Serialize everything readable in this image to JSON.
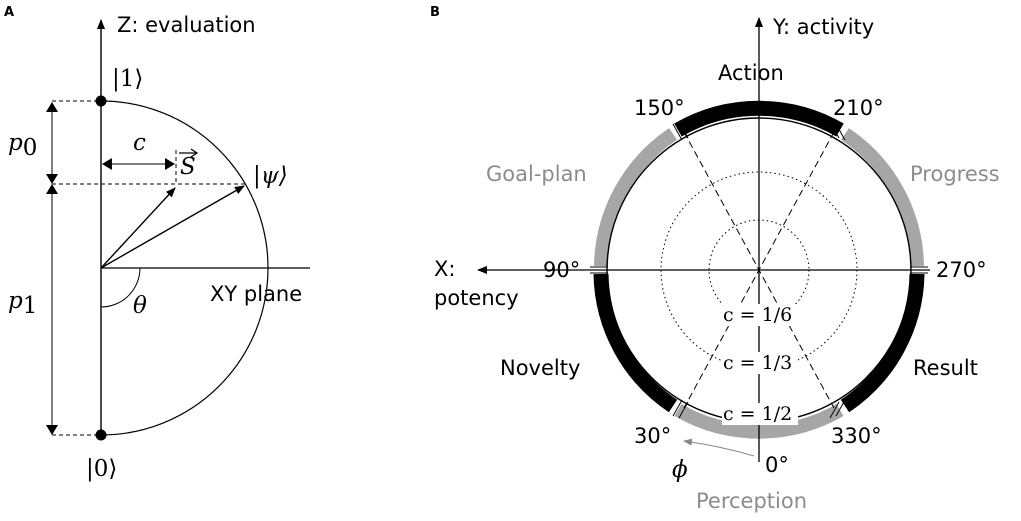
{
  "panel_a": {
    "panel_label": "A",
    "z_axis_label": "Z: evaluation",
    "xy_plane_label": "XY plane",
    "ket_one": "|1⟩",
    "ket_zero": "|0⟩",
    "ket_psi": "|ψ⟩",
    "s_vector": "S",
    "c_label": "c",
    "p0_label": "p0",
    "p1_label": "p1",
    "theta_label": "θ"
  },
  "panel_b": {
    "panel_label": "B",
    "y_axis_label": "Y: activity",
    "x_axis_label_line1": "X:",
    "x_axis_label_line2": "potency",
    "phi_label": "ϕ",
    "angles": {
      "a0": "0°",
      "a30": "30°",
      "a90": "90°",
      "a150": "150°",
      "a210": "210°",
      "a270": "270°",
      "a330": "330°"
    },
    "segments": {
      "action": "Action",
      "progress": "Progress",
      "result": "Result",
      "perception": "Perception",
      "novelty": "Novelty",
      "goal_plan": "Goal-plan"
    },
    "c_circles": {
      "c1": "c = 1/6",
      "c2": "c = 1/3",
      "c3": "c = 1/2"
    },
    "colors": {
      "black_segment": "#000000",
      "gray_segment": "#a6a6a6",
      "gray_text": "#8c8c8c"
    }
  }
}
